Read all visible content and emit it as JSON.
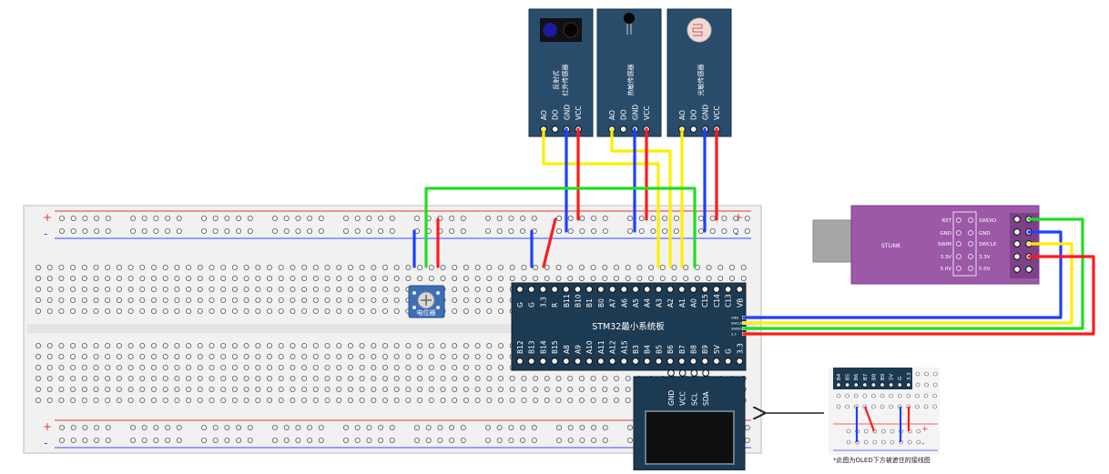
{
  "sensors": [
    {
      "id": "ir",
      "name_lines": [
        "反射式",
        "红外传感器"
      ],
      "pins": [
        "AO",
        "DO",
        "GND",
        "VCC"
      ]
    },
    {
      "id": "thermal",
      "name_lines": [
        "热敏传感器"
      ],
      "pins": [
        "AO",
        "DO",
        "GND",
        "VCC"
      ]
    },
    {
      "id": "light",
      "name_lines": [
        "光敏传感器"
      ],
      "pins": [
        "AO",
        "DO",
        "GND",
        "VCC"
      ]
    }
  ],
  "breadboard": {
    "rail_top_plus": "+",
    "rail_top_minus": "-",
    "rail_bottom_plus": "+",
    "rail_bottom_minus": "-"
  },
  "potentiometer": {
    "label": "电位器"
  },
  "stm32": {
    "title": "STM32最小系统板",
    "top_pins": [
      "G",
      "G",
      "3.3",
      "R",
      "B11",
      "B10",
      "B1",
      "B0",
      "A7",
      "A6",
      "A5",
      "A4",
      "A3",
      "A2",
      "A1",
      "A0",
      "C15",
      "C14",
      "C13",
      "VB"
    ],
    "bottom_pins": [
      "B12",
      "B13",
      "B14",
      "B15",
      "A8",
      "A9",
      "A10",
      "A11",
      "A12",
      "A15",
      "B3",
      "B4",
      "B5",
      "B6",
      "B7",
      "B8",
      "B9",
      "5V",
      "G",
      "3.3"
    ],
    "swd_pins": [
      "GND",
      "SWCLK",
      "SWDIO",
      "3.3"
    ]
  },
  "stlink": {
    "label": "STLINK",
    "left_labels": [
      "RST",
      "GND",
      "SWIM",
      "3.3V",
      "5.0V"
    ],
    "right_labels": [
      "SWDIO",
      "GND",
      "SWCLK",
      "3.3V",
      "5.0V"
    ]
  },
  "oled": {
    "pins": [
      "GND",
      "VCC",
      "SCL",
      "SDA"
    ]
  },
  "inset": {
    "pins": [
      "B4",
      "B5",
      "B6",
      "B7",
      "B8",
      "B9",
      "5V",
      "G",
      "3.3"
    ],
    "plus": "+",
    "minus": "-",
    "caption": "*此图为OLED下方被遮住的接线图"
  },
  "colors": {
    "board": "#f1f1f1",
    "stm32": "#1c3a52",
    "sensor": "#2a4c6b",
    "stlink": "#9b59a8",
    "wire_red": "#ff1a1a",
    "wire_blue": "#1f3fff",
    "wire_yellow": "#ffee00",
    "wire_green": "#22dd22",
    "rail_red": "#e53935",
    "rail_blue": "#3949ff"
  }
}
